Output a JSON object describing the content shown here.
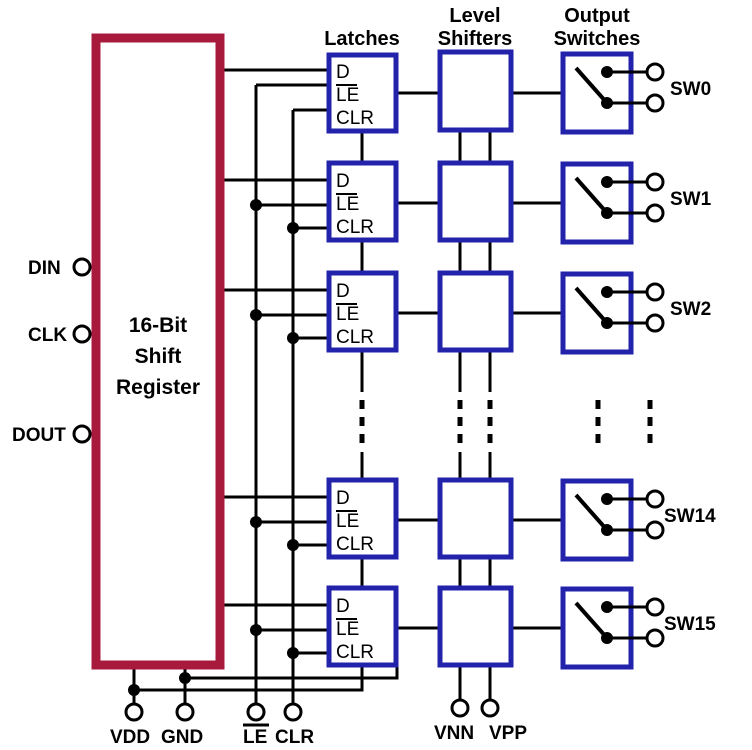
{
  "diagram": {
    "title_block": {
      "line1": "16-Bit",
      "line2": "Shift",
      "line3": "Register",
      "border_color": "#A81A3C"
    },
    "column_headers": {
      "latches": "Latches",
      "level_shifters_l1": "Level",
      "level_shifters_l2": "Shifters",
      "output_switches_l1": "Output",
      "output_switches_l2": "Switches"
    },
    "input_pins": [
      {
        "label": "DIN"
      },
      {
        "label": "CLK"
      },
      {
        "label": "DOUT"
      }
    ],
    "bottom_pins": [
      {
        "label": "VDD",
        "overline": false
      },
      {
        "label": "GND",
        "overline": false
      },
      {
        "label": "LE",
        "overline": true
      },
      {
        "label": "CLR",
        "overline": false
      },
      {
        "label": "VNN",
        "overline": false
      },
      {
        "label": "VPP",
        "overline": false
      }
    ],
    "latch_pins": {
      "d": "D",
      "le": "LE",
      "le_overline": true,
      "clr": "CLR"
    },
    "rows": [
      {
        "switch_label": "SW0"
      },
      {
        "switch_label": "SW1"
      },
      {
        "switch_label": "SW2"
      },
      {
        "switch_label": "SW14"
      },
      {
        "switch_label": "SW15"
      }
    ],
    "ellipsis": {
      "glyph": "vertical-dots",
      "count": 3
    },
    "colors": {
      "block_border": "#A81A3C",
      "box_border": "#2222AA",
      "wire": "#000000",
      "background": "#FFFFFF"
    }
  }
}
